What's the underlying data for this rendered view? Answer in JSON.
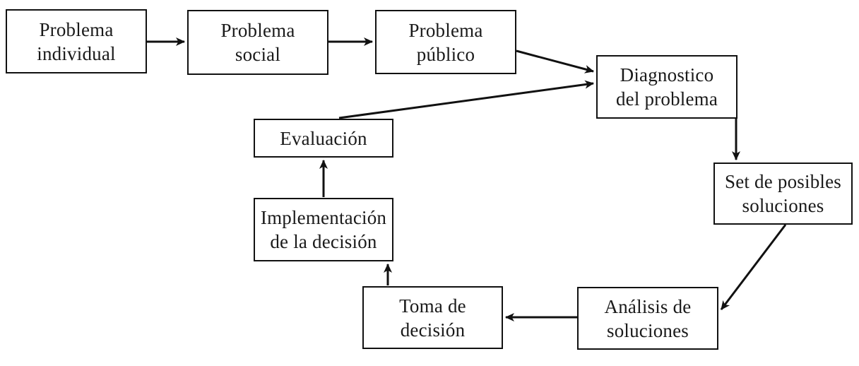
{
  "diagram": {
    "type": "flowchart",
    "language": "es",
    "colors": {
      "background": "#ffffff",
      "box_fill": "#ffffff",
      "box_border": "#111111",
      "arrow": "#111111",
      "text": "#1a1a1a"
    },
    "nodes": [
      {
        "id": "problema-individual",
        "label": [
          "Problema",
          "individual"
        ]
      },
      {
        "id": "problema-social",
        "label": [
          "Problema",
          "social"
        ]
      },
      {
        "id": "problema-publico",
        "label": [
          "Problema",
          "público"
        ]
      },
      {
        "id": "diagnostico-del-problema",
        "label": [
          "Diagnostico",
          "del problema"
        ]
      },
      {
        "id": "set-de-posibles-soluciones",
        "label": [
          "Set de posibles",
          "soluciones"
        ]
      },
      {
        "id": "analisis-de-soluciones",
        "label": [
          "Análisis de",
          "soluciones"
        ]
      },
      {
        "id": "toma-de-decision",
        "label": [
          "Toma de",
          "decisión"
        ]
      },
      {
        "id": "implementacion-de-la-decision",
        "label": [
          "Implementación",
          "de la decisión"
        ]
      },
      {
        "id": "evaluacion",
        "label": [
          "Evaluación"
        ]
      }
    ],
    "edges": [
      {
        "from": "problema-individual",
        "to": "problema-social"
      },
      {
        "from": "problema-social",
        "to": "problema-publico"
      },
      {
        "from": "problema-publico",
        "to": "diagnostico-del-problema"
      },
      {
        "from": "diagnostico-del-problema",
        "to": "set-de-posibles-soluciones"
      },
      {
        "from": "set-de-posibles-soluciones",
        "to": "analisis-de-soluciones"
      },
      {
        "from": "analisis-de-soluciones",
        "to": "toma-de-decision"
      },
      {
        "from": "toma-de-decision",
        "to": "implementacion-de-la-decision"
      },
      {
        "from": "implementacion-de-la-decision",
        "to": "evaluacion"
      },
      {
        "from": "evaluacion",
        "to": "diagnostico-del-problema"
      }
    ]
  }
}
